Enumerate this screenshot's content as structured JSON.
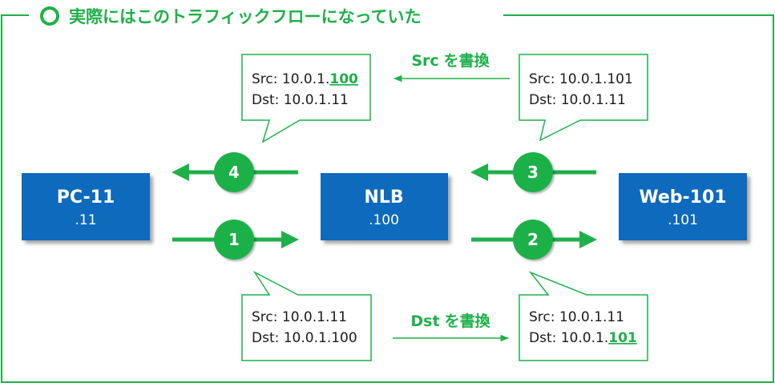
{
  "frame": {
    "title": "実際にはこのトラフィックフローになっていた",
    "title_marker": "circle-outline-icon",
    "border_color": "#1fb04a"
  },
  "colors": {
    "green": "#1fb04a",
    "node_blue": "#0b6bbd",
    "node_text": "#ffffff",
    "text": "#1a1a1a",
    "highlight": "#1fb04a"
  },
  "nodes": [
    {
      "id": "pc",
      "name": "PC-11",
      "addr": ".11"
    },
    {
      "id": "nlb",
      "name": "NLB",
      "addr": ".100"
    },
    {
      "id": "web",
      "name": "Web-101",
      "addr": ".101"
    }
  ],
  "steps": [
    {
      "number": "1",
      "from": "pc",
      "to": "nlb"
    },
    {
      "number": "2",
      "from": "nlb",
      "to": "web"
    },
    {
      "number": "3",
      "from": "web",
      "to": "nlb"
    },
    {
      "number": "4",
      "from": "nlb",
      "to": "pc"
    }
  ],
  "callouts": {
    "top_left": {
      "src_prefix": "Src: 10.0.1.",
      "src_hl": "100",
      "src_suffix": "",
      "dst_prefix": "Dst: 10.0.1.11",
      "dst_hl": "",
      "dst_suffix": ""
    },
    "top_right": {
      "src_prefix": "Src: 10.0.1.101",
      "src_hl": "",
      "src_suffix": "",
      "dst_prefix": "Dst: 10.0.1.11",
      "dst_hl": "",
      "dst_suffix": ""
    },
    "bottom_left": {
      "src_prefix": "Src: 10.0.1.11",
      "src_hl": "",
      "src_suffix": "",
      "dst_prefix": "Dst: 10.0.1.100",
      "dst_hl": "",
      "dst_suffix": ""
    },
    "bottom_right": {
      "src_prefix": "Src: 10.0.1.11",
      "src_hl": "",
      "src_suffix": "",
      "dst_prefix": "Dst: 10.0.1.",
      "dst_hl": "101",
      "dst_suffix": ""
    }
  },
  "labels": {
    "src_rewrite": {
      "en": "Src",
      "jp": "を書換"
    },
    "dst_rewrite": {
      "en": "Dst",
      "jp": "を書換"
    }
  }
}
